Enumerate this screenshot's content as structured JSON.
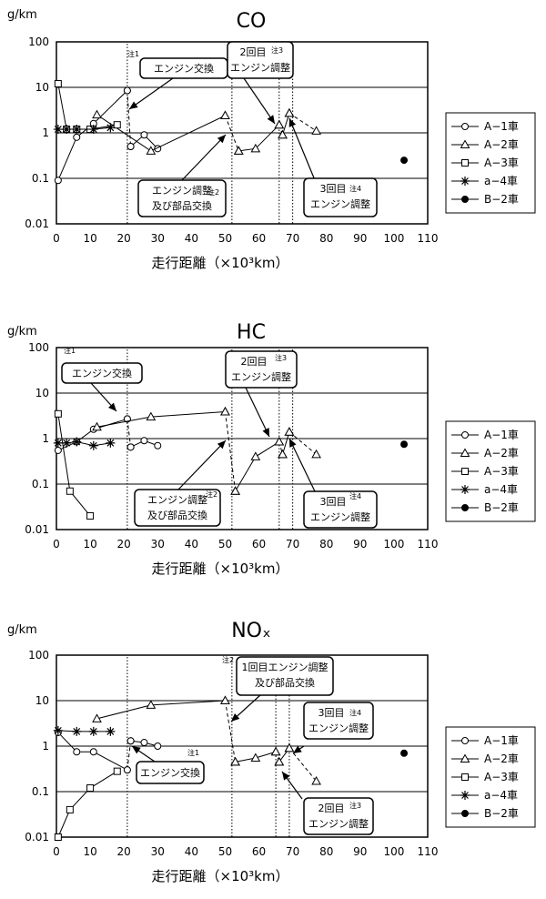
{
  "chart_data": [
    {
      "type": "line",
      "title": "CO",
      "ylabel": "g/km",
      "xlabel": "走行距離（×10³km）",
      "xlim": [
        0,
        110
      ],
      "ylim": [
        0.01,
        100
      ],
      "yscale": "log",
      "xticks": [
        "0",
        "10",
        "20",
        "30",
        "40",
        "50",
        "60",
        "70",
        "80",
        "90",
        "100",
        "110"
      ],
      "yticks": [
        "100",
        "10",
        "1",
        "0.1",
        "0.01"
      ],
      "legend_position": "right",
      "series": [
        {
          "name": "A−1車",
          "marker": "circle-open",
          "segments": [
            {
              "x": [
                0.5,
                6,
                11,
                21
              ],
              "y": [
                0.09,
                0.8,
                1.6,
                8.5
              ],
              "style": "solid"
            },
            {
              "x": [
                21,
                22
              ],
              "y": [
                8.5,
                0.5
              ],
              "style": "dashed"
            },
            {
              "x": [
                22,
                26,
                30
              ],
              "y": [
                0.5,
                0.9,
                0.45
              ],
              "style": "solid"
            }
          ]
        },
        {
          "name": "A−2車",
          "marker": "triangle-open",
          "segments": [
            {
              "x": [
                12,
                28,
                50
              ],
              "y": [
                2.5,
                0.4,
                2.4
              ],
              "style": "solid"
            },
            {
              "x": [
                50,
                54
              ],
              "y": [
                2.4,
                0.4
              ],
              "style": "dashed"
            },
            {
              "x": [
                54,
                59,
                66
              ],
              "y": [
                0.4,
                0.45,
                1.5
              ],
              "style": "solid"
            },
            {
              "x": [
                66,
                67
              ],
              "y": [
                1.5,
                0.9
              ],
              "style": "dashed"
            },
            {
              "x": [
                67,
                69
              ],
              "y": [
                0.9,
                2.7
              ],
              "style": "solid"
            },
            {
              "x": [
                69,
                77
              ],
              "y": [
                2.7,
                1.1
              ],
              "style": "dashed"
            }
          ]
        },
        {
          "name": "A−3車",
          "marker": "square-open",
          "segments": [
            {
              "x": [
                0.5,
                3,
                6,
                10,
                18
              ],
              "y": [
                12,
                1.2,
                1.2,
                1.2,
                1.5
              ],
              "style": "solid"
            }
          ]
        },
        {
          "name": "a−4車",
          "marker": "asterisk",
          "segments": [
            {
              "x": [
                0.5,
                3,
                6,
                11,
                16
              ],
              "y": [
                1.2,
                1.2,
                1.2,
                1.2,
                1.3
              ],
              "style": "solid"
            }
          ]
        },
        {
          "name": "B−2車",
          "marker": "circle-filled",
          "segments": [
            {
              "x": [
                103
              ],
              "y": [
                0.25
              ],
              "style": "point"
            }
          ]
        }
      ],
      "vlines": [
        21,
        52,
        66,
        70
      ],
      "annotations": [
        {
          "text": "エンジン交換",
          "note": "注1"
        },
        {
          "text": "2回目",
          "text2": "エンジン調整",
          "note": "注3"
        },
        {
          "text": "エンジン調整",
          "text2": "及び部品交換",
          "note": "注2"
        },
        {
          "text": "3回目",
          "text2": "エンジン調整",
          "note": "注4"
        }
      ]
    },
    {
      "type": "line",
      "title": "HC",
      "ylabel": "g/km",
      "xlabel": "走行距離（×10³km）",
      "xlim": [
        0,
        110
      ],
      "ylim": [
        0.01,
        100
      ],
      "yscale": "log",
      "xticks": [
        "0",
        "10",
        "20",
        "30",
        "40",
        "50",
        "60",
        "70",
        "80",
        "90",
        "100",
        "110"
      ],
      "yticks": [
        "100",
        "10",
        "1",
        "0.1",
        "0.01"
      ],
      "legend_position": "right",
      "series": [
        {
          "name": "A−1車",
          "marker": "circle-open",
          "segments": [
            {
              "x": [
                0.5,
                6,
                11,
                21
              ],
              "y": [
                0.55,
                0.85,
                1.6,
                2.7
              ],
              "style": "solid"
            },
            {
              "x": [
                21,
                22
              ],
              "y": [
                2.7,
                0.65
              ],
              "style": "dashed"
            },
            {
              "x": [
                22,
                26,
                30
              ],
              "y": [
                0.65,
                0.9,
                0.7
              ],
              "style": "solid"
            }
          ]
        },
        {
          "name": "A−2車",
          "marker": "triangle-open",
          "segments": [
            {
              "x": [
                12,
                28,
                50
              ],
              "y": [
                1.8,
                3.0,
                3.9
              ],
              "style": "solid"
            },
            {
              "x": [
                50,
                53
              ],
              "y": [
                3.9,
                0.07
              ],
              "style": "dashed"
            },
            {
              "x": [
                53,
                59,
                66
              ],
              "y": [
                0.07,
                0.4,
                0.85
              ],
              "style": "solid"
            },
            {
              "x": [
                66,
                67
              ],
              "y": [
                0.85,
                0.45
              ],
              "style": "dashed"
            },
            {
              "x": [
                67,
                69
              ],
              "y": [
                0.45,
                1.4
              ],
              "style": "solid"
            },
            {
              "x": [
                69,
                77
              ],
              "y": [
                1.4,
                0.45
              ],
              "style": "dashed"
            }
          ]
        },
        {
          "name": "A−3車",
          "marker": "square-open",
          "segments": [
            {
              "x": [
                0.5,
                4,
                10
              ],
              "y": [
                3.5,
                0.07,
                0.02
              ],
              "style": "solid"
            }
          ]
        },
        {
          "name": "a−4車",
          "marker": "asterisk",
          "segments": [
            {
              "x": [
                0.5,
                3,
                6,
                11,
                16
              ],
              "y": [
                0.8,
                0.8,
                0.85,
                0.7,
                0.8
              ],
              "style": "solid"
            }
          ]
        },
        {
          "name": "B−2車",
          "marker": "circle-filled",
          "segments": [
            {
              "x": [
                103
              ],
              "y": [
                0.75
              ],
              "style": "point"
            }
          ]
        }
      ],
      "vlines": [
        21,
        52,
        66,
        70
      ],
      "annotations": [
        {
          "text": "エンジン交換",
          "note": "注1"
        },
        {
          "text": "2回目",
          "text2": "エンジン調整",
          "note": "注3"
        },
        {
          "text": "エンジン調整",
          "text2": "及び部品交換",
          "note": "注2"
        },
        {
          "text": "3回目",
          "text2": "エンジン調整",
          "note": "注4"
        }
      ]
    },
    {
      "type": "line",
      "title": "NOₓ",
      "ylabel": "g/km",
      "xlabel": "走行距離（×10³km）",
      "xlim": [
        0,
        110
      ],
      "ylim": [
        0.01,
        100
      ],
      "yscale": "log",
      "xticks": [
        "0",
        "10",
        "20",
        "30",
        "40",
        "50",
        "60",
        "70",
        "80",
        "90",
        "100",
        "110"
      ],
      "yticks": [
        "100",
        "10",
        "1",
        "0.1",
        "0.01"
      ],
      "legend_position": "right",
      "series": [
        {
          "name": "A−1車",
          "marker": "circle-open",
          "segments": [
            {
              "x": [
                0.5,
                6,
                11,
                21
              ],
              "y": [
                2.0,
                0.75,
                0.75,
                0.3
              ],
              "style": "solid"
            },
            {
              "x": [
                21,
                22
              ],
              "y": [
                0.3,
                1.3
              ],
              "style": "dashed"
            },
            {
              "x": [
                22,
                26,
                30
              ],
              "y": [
                1.3,
                1.2,
                1.0
              ],
              "style": "solid"
            }
          ]
        },
        {
          "name": "A−2車",
          "marker": "triangle-open",
          "segments": [
            {
              "x": [
                12,
                28,
                50
              ],
              "y": [
                4.0,
                8.0,
                10
              ],
              "style": "solid"
            },
            {
              "x": [
                50,
                53
              ],
              "y": [
                10,
                0.45
              ],
              "style": "dashed"
            },
            {
              "x": [
                53,
                59,
                65
              ],
              "y": [
                0.45,
                0.55,
                0.75
              ],
              "style": "solid"
            },
            {
              "x": [
                65,
                66
              ],
              "y": [
                0.75,
                0.45
              ],
              "style": "dashed"
            },
            {
              "x": [
                66,
                69
              ],
              "y": [
                0.45,
                0.9
              ],
              "style": "solid"
            },
            {
              "x": [
                69,
                77
              ],
              "y": [
                0.9,
                0.17
              ],
              "style": "dashed"
            }
          ]
        },
        {
          "name": "A−3車",
          "marker": "square-open",
          "segments": [
            {
              "x": [
                0.5,
                4,
                10,
                18
              ],
              "y": [
                0.01,
                0.04,
                0.12,
                0.28
              ],
              "style": "solid"
            }
          ]
        },
        {
          "name": "a−4車",
          "marker": "asterisk",
          "segments": [
            {
              "x": [
                0.5,
                6,
                11,
                16
              ],
              "y": [
                2.2,
                2.1,
                2.1,
                2.1
              ],
              "style": "solid"
            }
          ]
        },
        {
          "name": "B−2車",
          "marker": "circle-filled",
          "segments": [
            {
              "x": [
                103
              ],
              "y": [
                0.7
              ],
              "style": "point"
            }
          ]
        }
      ],
      "vlines": [
        21,
        52,
        65,
        69
      ],
      "annotations": [
        {
          "text": "1回目エンジン調整",
          "text2": "及び部品交換",
          "note": "注2"
        },
        {
          "text": "3回目",
          "text2": "エンジン調整",
          "note": "注4"
        },
        {
          "text": "エンジン交換",
          "note": "注1"
        },
        {
          "text": "2回目",
          "text2": "エンジン調整",
          "note": "注3"
        }
      ]
    }
  ]
}
